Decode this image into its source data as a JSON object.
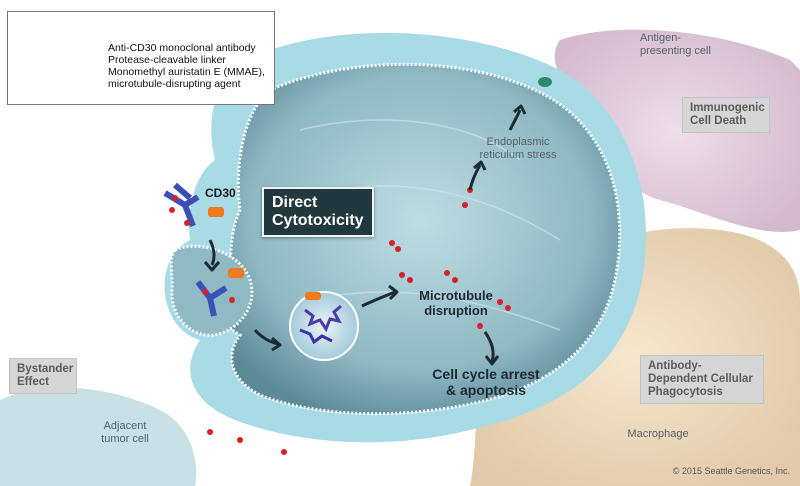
{
  "legend": {
    "items": [
      {
        "text": "Anti-CD30 monoclonal antibody",
        "icon": "antibody-icon"
      },
      {
        "text": "Protease-cleavable linker",
        "icon": "linker-icon"
      },
      {
        "text": "Monomethyl auristatin E (MMAE), microtubule-disrupting agent",
        "icon": "mmae-icon"
      }
    ]
  },
  "labels": {
    "cd30": "CD30",
    "direct_cytotoxicity": "Direct Cytotoxicity",
    "er_stress": "Endoplasmic reticulum stress",
    "microtubule": "Microtubule disruption",
    "cell_cycle": "Cell cycle arrest & apoptosis",
    "apc": "Antigen-presenting cell",
    "icd": "Immunogenic Cell Death",
    "adcp": "Antibody-Dependent Cellular Phagocytosis",
    "macrophage": "Macrophage",
    "bystander": "Bystander Effect",
    "adjacent": "Adjacent tumor cell",
    "copyright": "© 2015 Seattle Genetics, Inc."
  },
  "colors": {
    "antibody": "#3b4fb8",
    "linker": "#f07a20",
    "mmae": "#d8202a",
    "cell": "#a9dbe6",
    "dark_box": "#21383e",
    "gray_box": "#d6d6d6"
  }
}
